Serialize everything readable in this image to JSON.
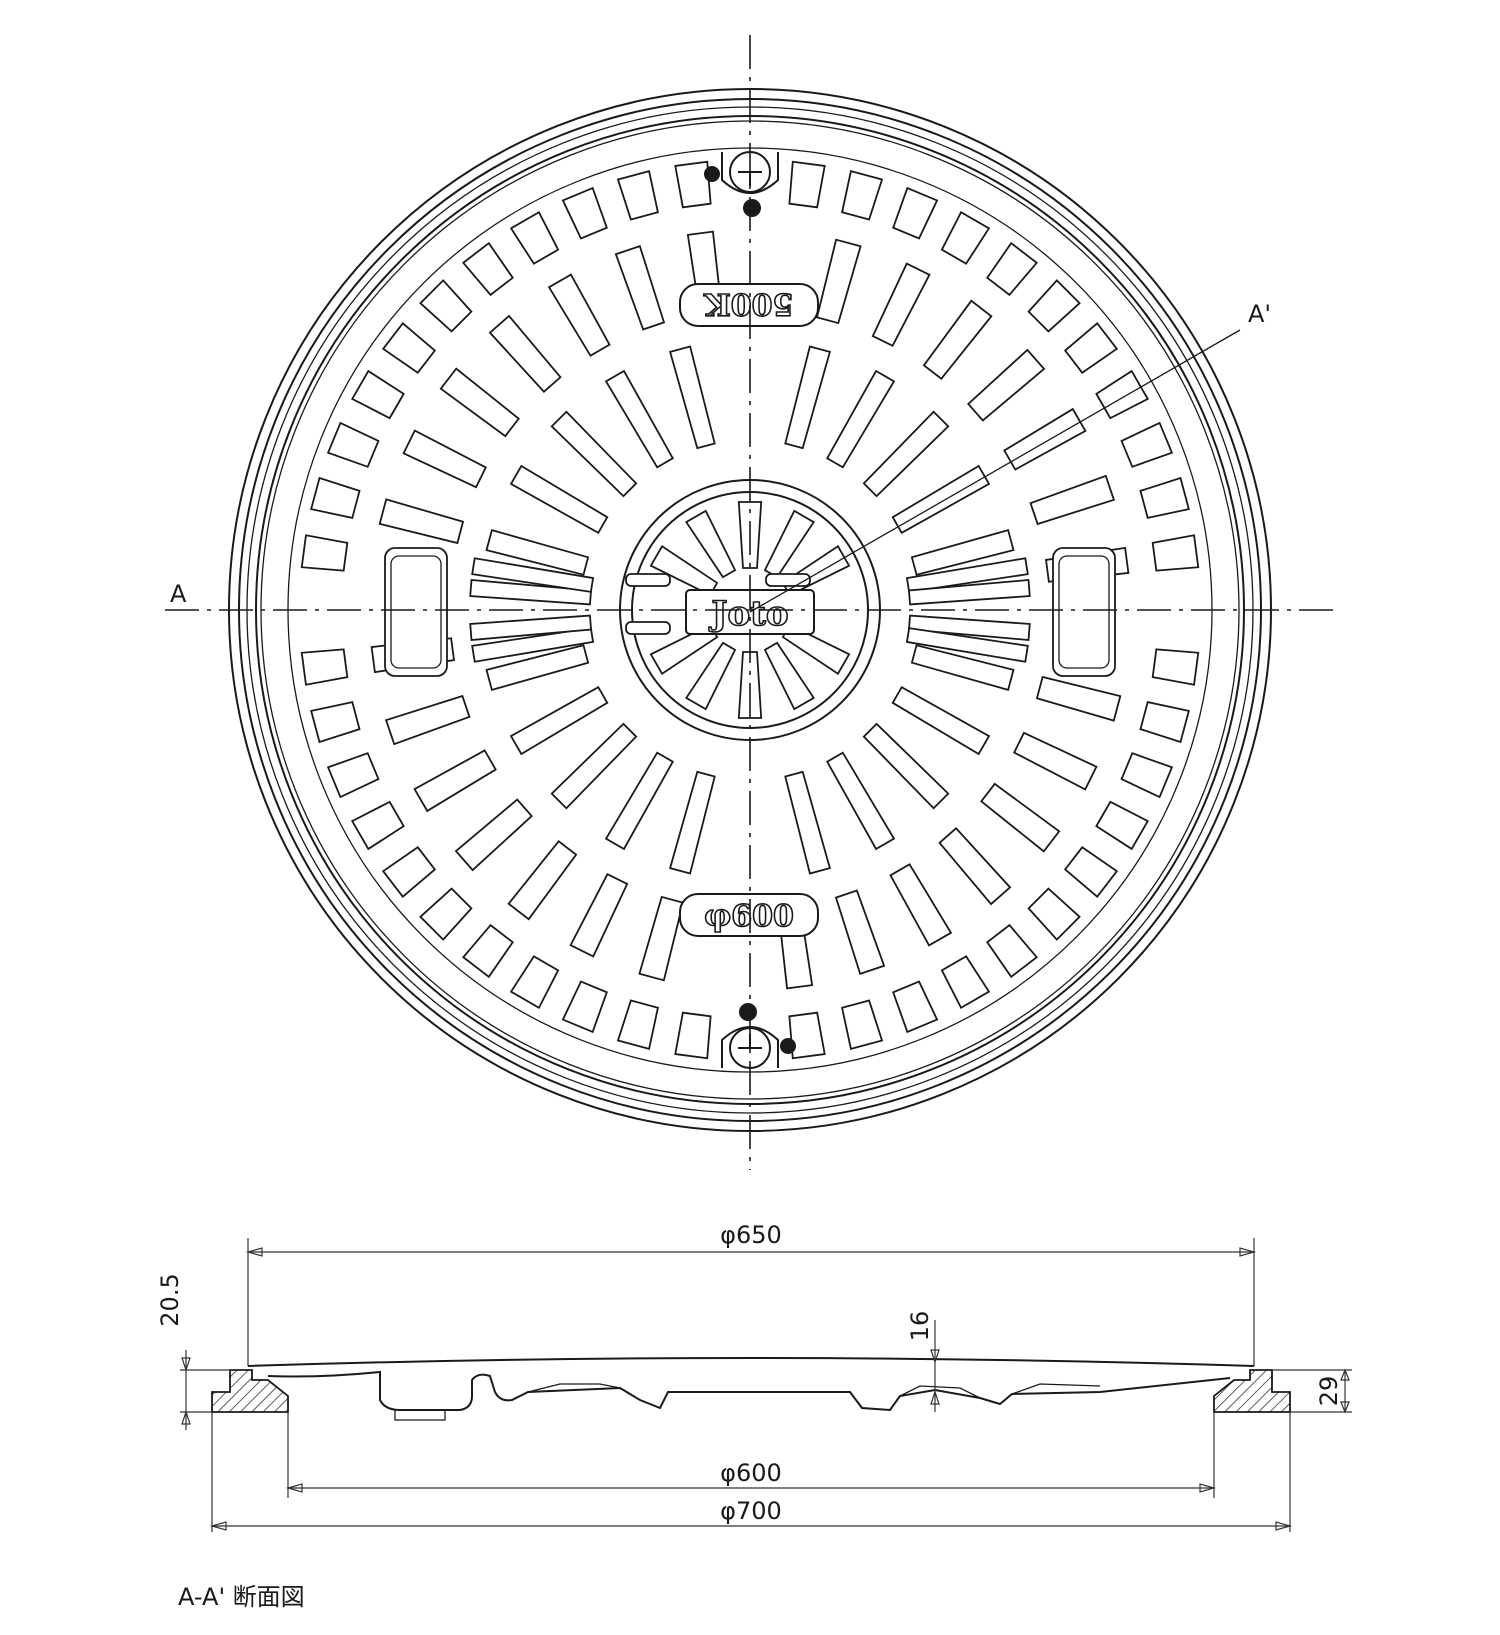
{
  "plan_view": {
    "section_marker_a": "A",
    "section_marker_a_prime": "A'",
    "embossed_load": "500K",
    "embossed_diameter": "φ600",
    "logo": "Joto",
    "hinge_icons": [
      "hinge-top-icon",
      "hinge-bottom-icon"
    ]
  },
  "section_view": {
    "dim_top_diameter": "φ650",
    "dim_frame_inner_diameter": "φ600",
    "dim_frame_outer_diameter": "φ700",
    "dim_left_height": "20.5",
    "dim_cover_thickness": "16",
    "dim_frame_height": "29",
    "title": "A-A' 断面図"
  }
}
